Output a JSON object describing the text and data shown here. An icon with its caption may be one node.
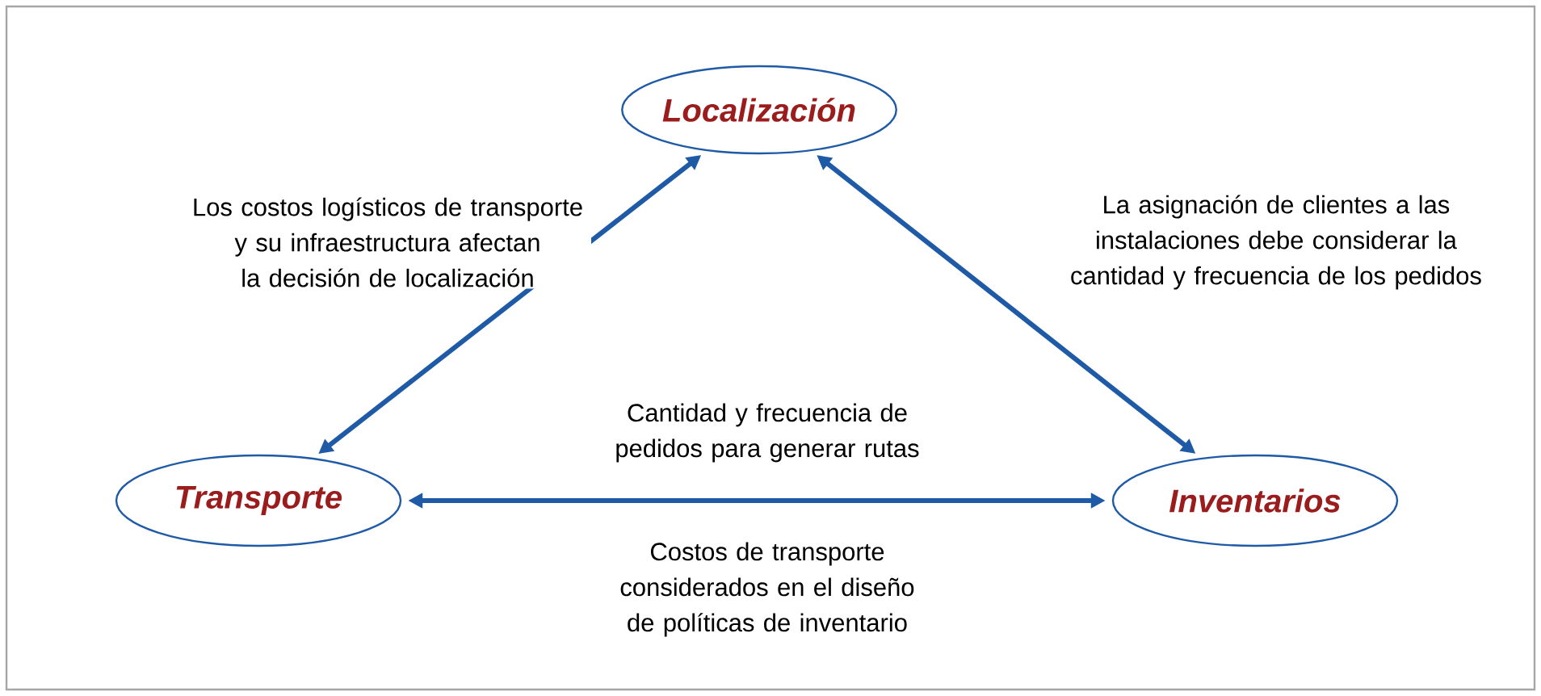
{
  "diagram": {
    "nodes": [
      {
        "text": [
          "Localización"
        ]
      },
      {
        "text": [
          "Transporte"
        ]
      },
      {
        "text": [
          "Inventarios"
        ]
      }
    ],
    "edges": [
      {
        "from": 0,
        "to": 1,
        "arrow": "both",
        "label": "Los costos logísticos de transporte y su infraestructura afectan la decisión de localización"
      },
      {
        "from": 0,
        "to": 2,
        "arrow": "both",
        "label": "La asignación de clientes a las instalaciones debe considerar la cantidad y frecuencia de los pedidos"
      },
      {
        "from": 1,
        "to": 2,
        "arrow": "both",
        "label": "Cantidad y frecuencia de pedidos para generar rutas"
      }
    ],
    "labels": [
      "Costos de transporte considerados en el diseño de políticas de inventario"
    ]
  }
}
